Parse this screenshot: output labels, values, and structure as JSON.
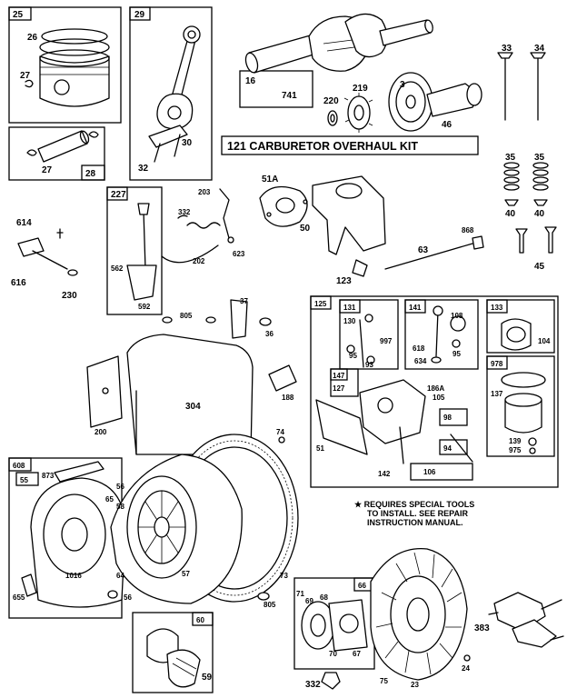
{
  "diagram": {
    "kit_title": "121 CARBURETOR OVERHAUL KIT",
    "note_lines": [
      "★ REQUIRES SPECIAL TOOLS",
      "TO INSTALL. SEE REPAIR",
      "INSTRUCTION MANUAL."
    ],
    "labels": {
      "p25": "25",
      "p26": "26",
      "p27a": "27",
      "p27b": "27",
      "p28": "28",
      "p29": "29",
      "p30": "30",
      "p32": "32",
      "p16": "16",
      "p741": "741",
      "p220": "220",
      "p219": "219",
      "p3": "3",
      "p46": "46",
      "p33": "33",
      "p34": "34",
      "p35a": "35",
      "p35b": "35",
      "p40a": "40",
      "p40b": "40",
      "p45": "45",
      "p614": "614",
      "p616": "616",
      "p230": "230",
      "p227": "227",
      "p203": "203",
      "p332": "332",
      "p562": "562",
      "p202": "202",
      "p623": "623",
      "p592": "592",
      "p51A": "51A",
      "p50": "50",
      "p123": "123",
      "p63": "63",
      "p868": "868",
      "p37": "37",
      "p805a": "805",
      "p36": "36",
      "p304": "304",
      "p188": "188",
      "p200": "200",
      "p74": "74",
      "p73": "73",
      "p805b": "805",
      "p125": "125",
      "p131": "131",
      "p130": "130",
      "p95a": "95",
      "p93": "93",
      "p997": "997",
      "p141": "141",
      "p108": "108",
      "p618": "618",
      "p95b": "95",
      "p634": "634",
      "p133": "133",
      "p104": "104",
      "p978": "978",
      "p137": "137",
      "p139": "139",
      "p975": "975",
      "p147": "147",
      "p127": "127",
      "p51": "51",
      "p186A": "186A",
      "p105": "105",
      "p98": "98",
      "p94": "94",
      "p142": "142",
      "p106": "106",
      "p608": "608",
      "p55": "55",
      "p873": "873",
      "p56a": "56",
      "p65": "65",
      "p58": "58",
      "p1016": "1016",
      "p64": "64",
      "p57": "57",
      "p56b": "56",
      "p655": "655",
      "p60": "60",
      "p59": "59",
      "p66": "66",
      "p71": "71",
      "p69": "69",
      "p68": "68",
      "p70": "70",
      "p67": "67",
      "p332b": "332",
      "p75": "75",
      "p23": "23",
      "p24": "24",
      "p383": "383"
    }
  }
}
